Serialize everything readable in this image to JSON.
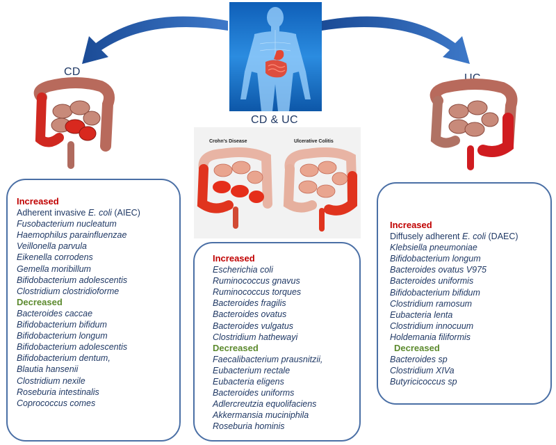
{
  "center_label": "CD & UC",
  "left_label": "CD",
  "right_label": "UC",
  "panels": {
    "crohns": "Crohn's Disease",
    "colitis": "Ulcerative Colitis"
  },
  "colors": {
    "increased": "#c00000",
    "decreased": "#5c8a2e",
    "text": "#1f3864",
    "box_border": "#4a6fa5",
    "arrow": "#2e5fa8"
  },
  "cd_box": {
    "increased_label": "Increased",
    "increased_items": [
      {
        "pre": "Adherent invasive ",
        "it": "E. coli",
        "post": " (AIEC)"
      },
      {
        "it": "Fusobacterium nucleatum"
      },
      {
        "it": "Haemophilus parainfluenzae"
      },
      {
        "it": "Veillonella parvula"
      },
      {
        "it": "Eikenella corrodens"
      },
      {
        "it": "Gemella moribillum"
      },
      {
        "it": "Bifidobacterium adolescentis"
      },
      {
        "it": "Clostridium clostridioforme"
      }
    ],
    "decreased_label": "Decreased",
    "decreased_items": [
      {
        "it": "Bacteroides caccae"
      },
      {
        "it": "Bifidobacterium bifidum"
      },
      {
        "it": "Bifidobacterium longum"
      },
      {
        "it": "Bifidobacterium adolescentis"
      },
      {
        "it": "Bifidobacterium dentum,"
      },
      {
        "it": "Blautia hansenii"
      },
      {
        "it": "Clostridium nexile"
      },
      {
        "it": "Roseburia intestinalis"
      },
      {
        "it": "Coprococcus comes"
      }
    ]
  },
  "both_box": {
    "increased_label": "Increased",
    "increased_items": [
      {
        "it": "Escherichia coli"
      },
      {
        "it": "Ruminococcus gnavus"
      },
      {
        "it": "Ruminococcus torques"
      },
      {
        "it": "Bacteroides fragilis"
      },
      {
        "it": "Bacteroides ovatus"
      },
      {
        "it": "Bacteroides vulgatus"
      },
      {
        "it": "Clostridium hathewayi"
      }
    ],
    "decreased_label": "Decreased",
    "decreased_items": [
      {
        "it": "Faecalibacterium prausnitzii,"
      },
      {
        "it": "Eubacterium rectale"
      },
      {
        "it": "Eubacteria eligens"
      },
      {
        "it": "Bacteroides uniforms"
      },
      {
        "it": "Adlercreutzia equolifaciens"
      },
      {
        "it": "Akkermansia muciniphila"
      },
      {
        "it": "Roseburia hominis"
      }
    ]
  },
  "uc_box": {
    "increased_label": "Increased",
    "increased_items": [
      {
        "pre": "Diffusely adherent ",
        "it": "E. coli",
        "post": " (DAEC)"
      },
      {
        "it": "Klebsiella pneumoniae"
      },
      {
        "it": "Bifidobacterium longum"
      },
      {
        "it": "Bacteroides ovatus V975"
      },
      {
        "it": "Bacteroides uniformis"
      },
      {
        "it": "Bifidobacterium bifidum"
      },
      {
        "it": "Clostridium ramosum"
      },
      {
        "it": "Eubacteria lenta"
      },
      {
        "it": "Clostridium innocuum"
      },
      {
        "it": "Holdemania filiformis"
      }
    ],
    "decreased_label": "Decreased",
    "decreased_items": [
      {
        "it": "Bacteroides sp"
      },
      {
        "it": "Clostridium XIVa"
      },
      {
        "it": "Butyricicoccus sp"
      }
    ]
  }
}
